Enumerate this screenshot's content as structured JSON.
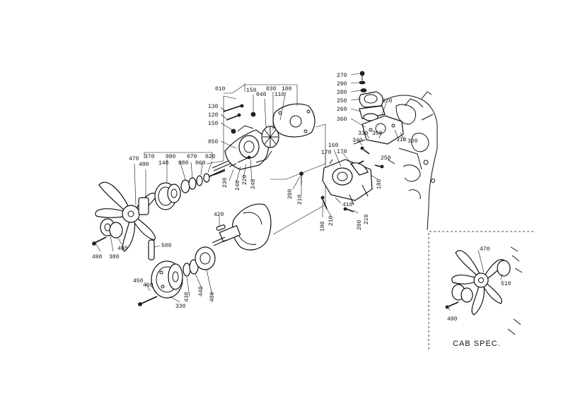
{
  "diagram": {
    "callouts": [
      {
        "id": "c010",
        "text": "010"
      },
      {
        "id": "c100",
        "text": "100"
      },
      {
        "id": "c110",
        "text": "110"
      },
      {
        "id": "c030",
        "text": "030"
      },
      {
        "id": "c040",
        "text": "040"
      },
      {
        "id": "c150a",
        "text": "150"
      },
      {
        "id": "c130",
        "text": "130"
      },
      {
        "id": "c120",
        "text": "120"
      },
      {
        "id": "c150b",
        "text": "150"
      },
      {
        "id": "c050",
        "text": "050"
      },
      {
        "id": "c470",
        "text": "470"
      },
      {
        "id": "c370",
        "text": "370"
      },
      {
        "id": "c480a",
        "text": "480"
      },
      {
        "id": "c140",
        "text": "140"
      },
      {
        "id": "c080a",
        "text": "080"
      },
      {
        "id": "c080b",
        "text": "080"
      },
      {
        "id": "c070",
        "text": "070"
      },
      {
        "id": "c060",
        "text": "060"
      },
      {
        "id": "c020",
        "text": "020"
      },
      {
        "id": "c230",
        "text": "230"
      },
      {
        "id": "c240a",
        "text": "240"
      },
      {
        "id": "c220",
        "text": "220"
      },
      {
        "id": "c240b",
        "text": "240"
      },
      {
        "id": "c200a",
        "text": "200"
      },
      {
        "id": "c210a",
        "text": "210"
      },
      {
        "id": "c170a",
        "text": "170"
      },
      {
        "id": "c160",
        "text": "160"
      },
      {
        "id": "c170b",
        "text": "170"
      },
      {
        "id": "c180",
        "text": "180"
      },
      {
        "id": "c410",
        "text": "410"
      },
      {
        "id": "c210b",
        "text": "210"
      },
      {
        "id": "c190",
        "text": "190"
      },
      {
        "id": "c210c",
        "text": "210"
      },
      {
        "id": "c200b",
        "text": "200"
      },
      {
        "id": "c270",
        "text": "270"
      },
      {
        "id": "c290",
        "text": "290"
      },
      {
        "id": "c280",
        "text": "280"
      },
      {
        "id": "c250a",
        "text": "250"
      },
      {
        "id": "c260",
        "text": "260"
      },
      {
        "id": "c360",
        "text": "360"
      },
      {
        "id": "c320",
        "text": "320"
      },
      {
        "id": "c330",
        "text": "330"
      },
      {
        "id": "c350",
        "text": "350"
      },
      {
        "id": "c340",
        "text": "340"
      },
      {
        "id": "c310",
        "text": "310"
      },
      {
        "id": "c300",
        "text": "300"
      },
      {
        "id": "c250b",
        "text": "250"
      },
      {
        "id": "c420",
        "text": "420"
      },
      {
        "id": "c500",
        "text": "500"
      },
      {
        "id": "c490a",
        "text": "490"
      },
      {
        "id": "c380",
        "text": "380"
      },
      {
        "id": "c480b",
        "text": "480"
      },
      {
        "id": "c450",
        "text": "450"
      },
      {
        "id": "c460",
        "text": "460"
      },
      {
        "id": "c330b",
        "text": "330"
      },
      {
        "id": "c430",
        "text": "430"
      },
      {
        "id": "c440",
        "text": "440"
      },
      {
        "id": "c400",
        "text": "400"
      },
      {
        "id": "c470b",
        "text": "470"
      },
      {
        "id": "c510",
        "text": "510"
      },
      {
        "id": "c490b",
        "text": "490"
      }
    ],
    "inset_caption": "CAB SPEC."
  }
}
